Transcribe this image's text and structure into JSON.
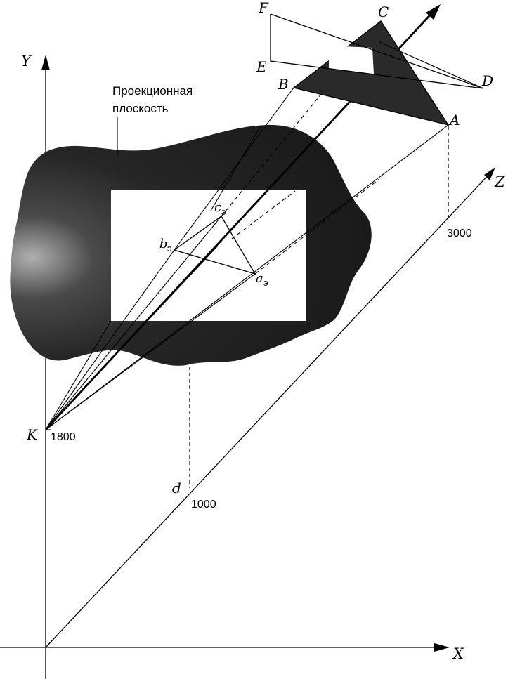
{
  "axes": {
    "x_label": "X",
    "y_label": "Y",
    "z_label": "Z"
  },
  "plane": {
    "caption_line1": "Проекционная",
    "caption_line2": "плоскость"
  },
  "points": {
    "A": "A",
    "B": "B",
    "C": "C",
    "D": "D",
    "E": "E",
    "F": "F",
    "K": "K",
    "d": "d"
  },
  "projections": {
    "a": "a",
    "b": "b",
    "c": "c",
    "subscript": "э"
  },
  "ticks": {
    "k_value": "1800",
    "d_value": "1000",
    "a_value": "3000"
  }
}
